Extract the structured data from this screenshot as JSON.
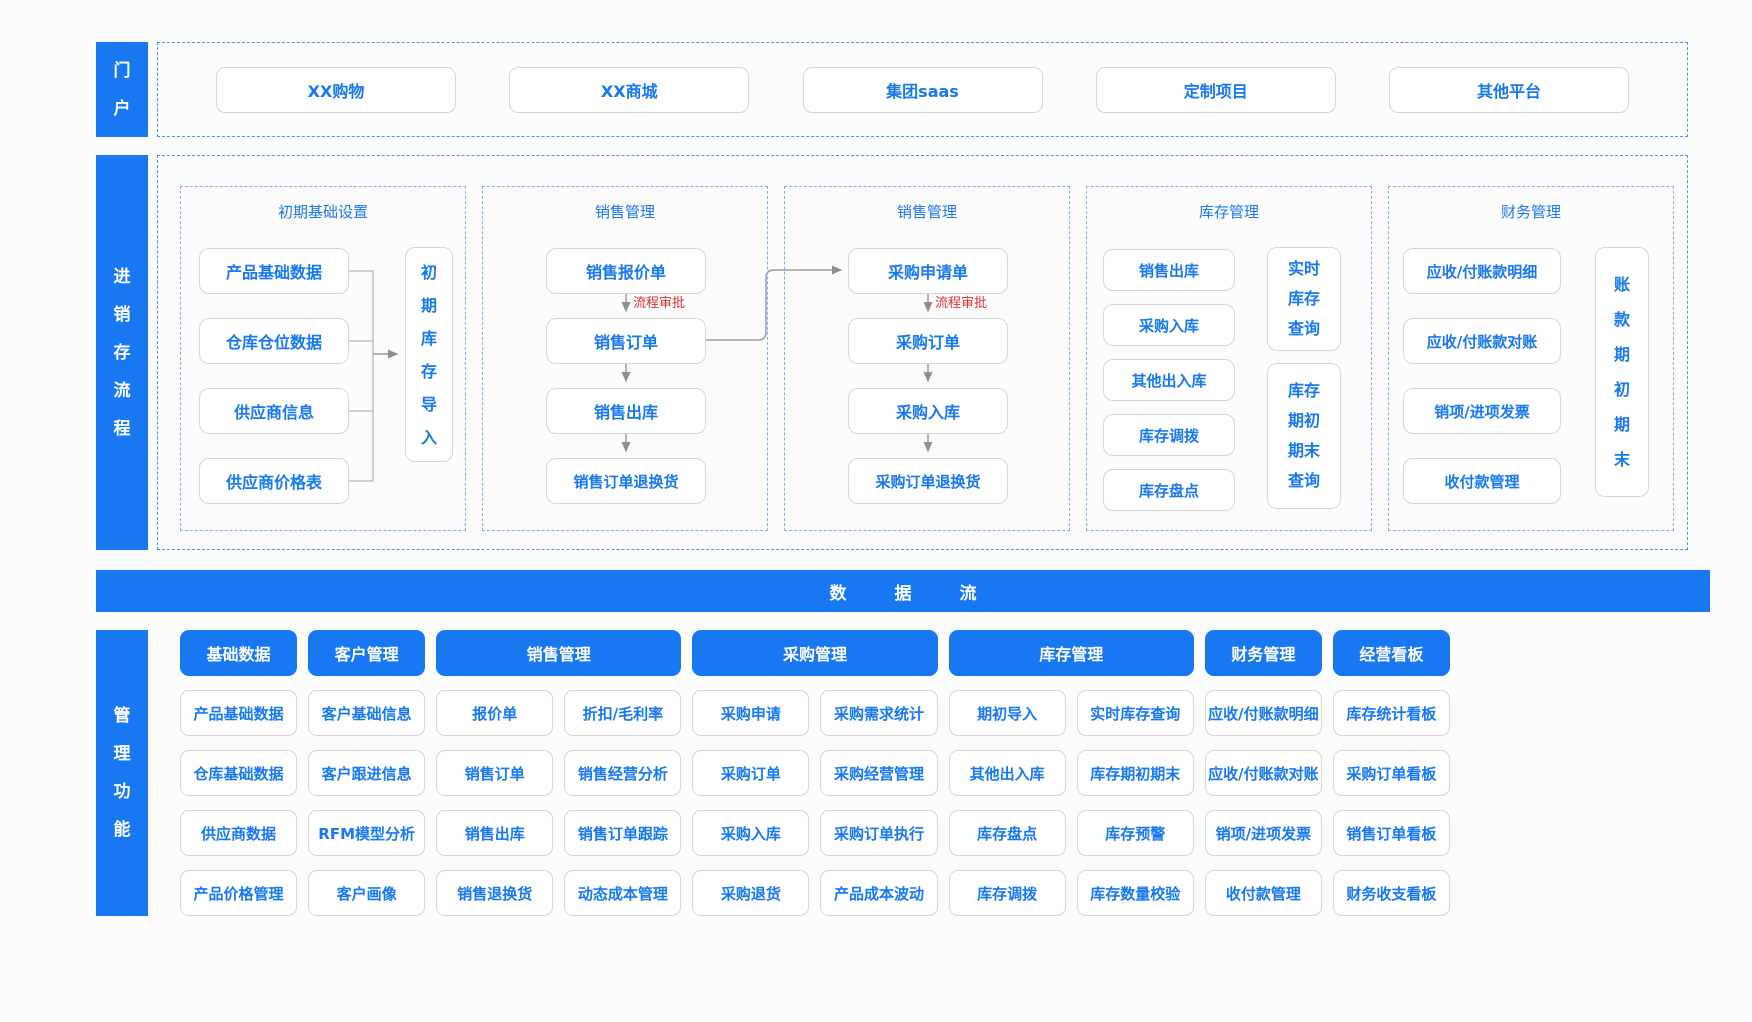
{
  "colors": {
    "accent_blue": "#1778f2",
    "approval_red": "#e02f2f",
    "box_border_gray": "#d6d6d6",
    "dashed_border_blue": "#4f93f2",
    "connector_gray": "#9b9b9b",
    "background": "#fcfcfc"
  },
  "portal": {
    "label": "门户",
    "items": [
      "XX购物",
      "XX商城",
      "集团saas",
      "定制项目",
      "其他平台"
    ]
  },
  "process": {
    "label": "进销存流程",
    "approval_label": "流程审批",
    "panel1": {
      "title": "初期基础设置",
      "items": [
        "产品基础数据",
        "仓库仓位数据",
        "供应商信息",
        "供应商价格表"
      ],
      "side": "初期库存导入"
    },
    "panel2": {
      "title": "销售管理",
      "items": [
        "销售报价单",
        "销售订单",
        "销售出库",
        "销售订单退换货"
      ]
    },
    "panel3": {
      "title": "销售管理",
      "items": [
        "采购申请单",
        "采购订单",
        "采购入库",
        "采购订单退换货"
      ]
    },
    "panel4": {
      "title": "库存管理",
      "items": [
        "销售出库",
        "采购入库",
        "其他出入库",
        "库存调拨",
        "库存盘点"
      ],
      "side_top": "实时库存查询",
      "side_bottom": "库存期初期末查询"
    },
    "panel5": {
      "title": "财务管理",
      "items": [
        "应收/付账款明细",
        "应收/付账款对账",
        "销项/进项发票",
        "收付款管理"
      ],
      "side": "账款期初期末"
    }
  },
  "data_flow": {
    "label": "数据流"
  },
  "management": {
    "label": "管理功能",
    "headers": [
      "基础数据",
      "客户管理",
      "销售管理",
      "采购管理",
      "库存管理",
      "财务管理",
      "经营看板"
    ],
    "rows": [
      [
        "产品基础数据",
        "客户基础信息",
        "报价单",
        "折扣/毛利率",
        "采购申请",
        "采购需求统计",
        "期初导入",
        "实时库存查询",
        "应收/付账款明细",
        "库存统计看板"
      ],
      [
        "仓库基础数据",
        "客户跟进信息",
        "销售订单",
        "销售经营分析",
        "采购订单",
        "采购经营管理",
        "其他出入库",
        "库存期初期末",
        "应收/付账款对账",
        "采购订单看板"
      ],
      [
        "供应商数据",
        "RFM模型分析",
        "销售出库",
        "销售订单跟踪",
        "采购入库",
        "采购订单执行",
        "库存盘点",
        "库存预警",
        "销项/进项发票",
        "销售订单看板"
      ],
      [
        "产品价格管理",
        "客户画像",
        "销售退换货",
        "动态成本管理",
        "采购退货",
        "产品成本波动",
        "库存调拨",
        "库存数量校验",
        "收付款管理",
        "财务收支看板"
      ]
    ]
  }
}
